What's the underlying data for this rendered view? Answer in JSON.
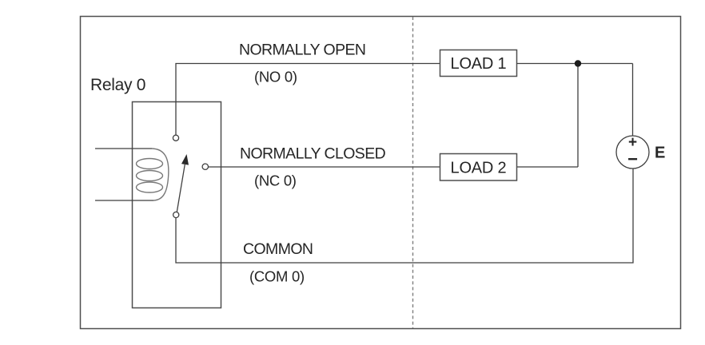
{
  "diagram_title": "relay-wiring-diagram",
  "relay": {
    "label": "Relay 0"
  },
  "terminals": {
    "no": {
      "label": "NORMALLY OPEN",
      "code": "(NO 0)"
    },
    "nc": {
      "label": "NORMALLY CLOSED",
      "code": "(NC 0)"
    },
    "com": {
      "label": "COMMON",
      "code": "(COM 0)"
    }
  },
  "loads": [
    {
      "label": "LOAD 1"
    },
    {
      "label": "LOAD 2"
    }
  ],
  "source": {
    "label": "E",
    "plus": "+",
    "minus": "−"
  },
  "colors": {
    "background": "#ffffff",
    "wire": "#3f3f3f",
    "frame": "#4f4f4f",
    "coil": "#787878",
    "dashed_separator": "#7f7f7f",
    "text": "#252525",
    "junction_dot": "#1c1c1c"
  }
}
